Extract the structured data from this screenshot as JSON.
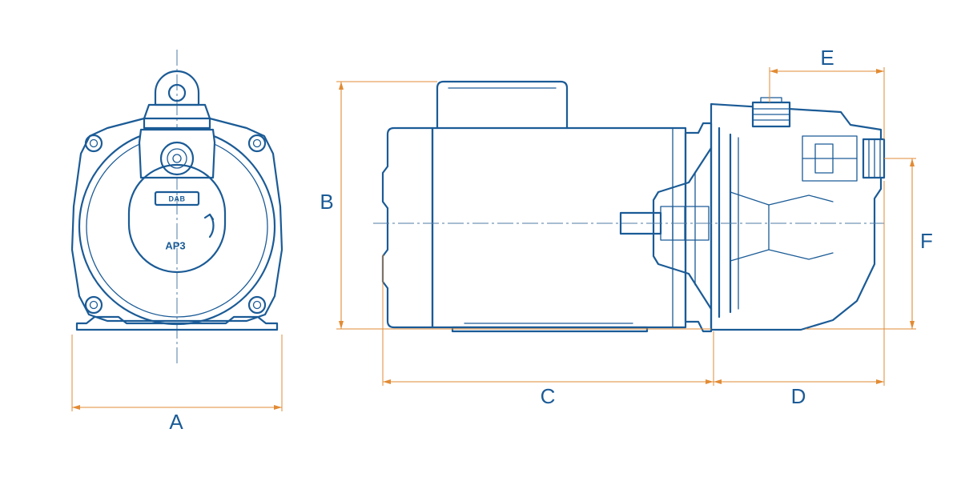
{
  "dimensions": {
    "a": "A",
    "b": "B",
    "c": "C",
    "d": "D",
    "e": "E",
    "f": "F"
  },
  "front_view": {
    "brand": "DAB",
    "model": "AP3"
  },
  "colors": {
    "outline": "#1b5b96",
    "dimension": "#e28b34"
  }
}
